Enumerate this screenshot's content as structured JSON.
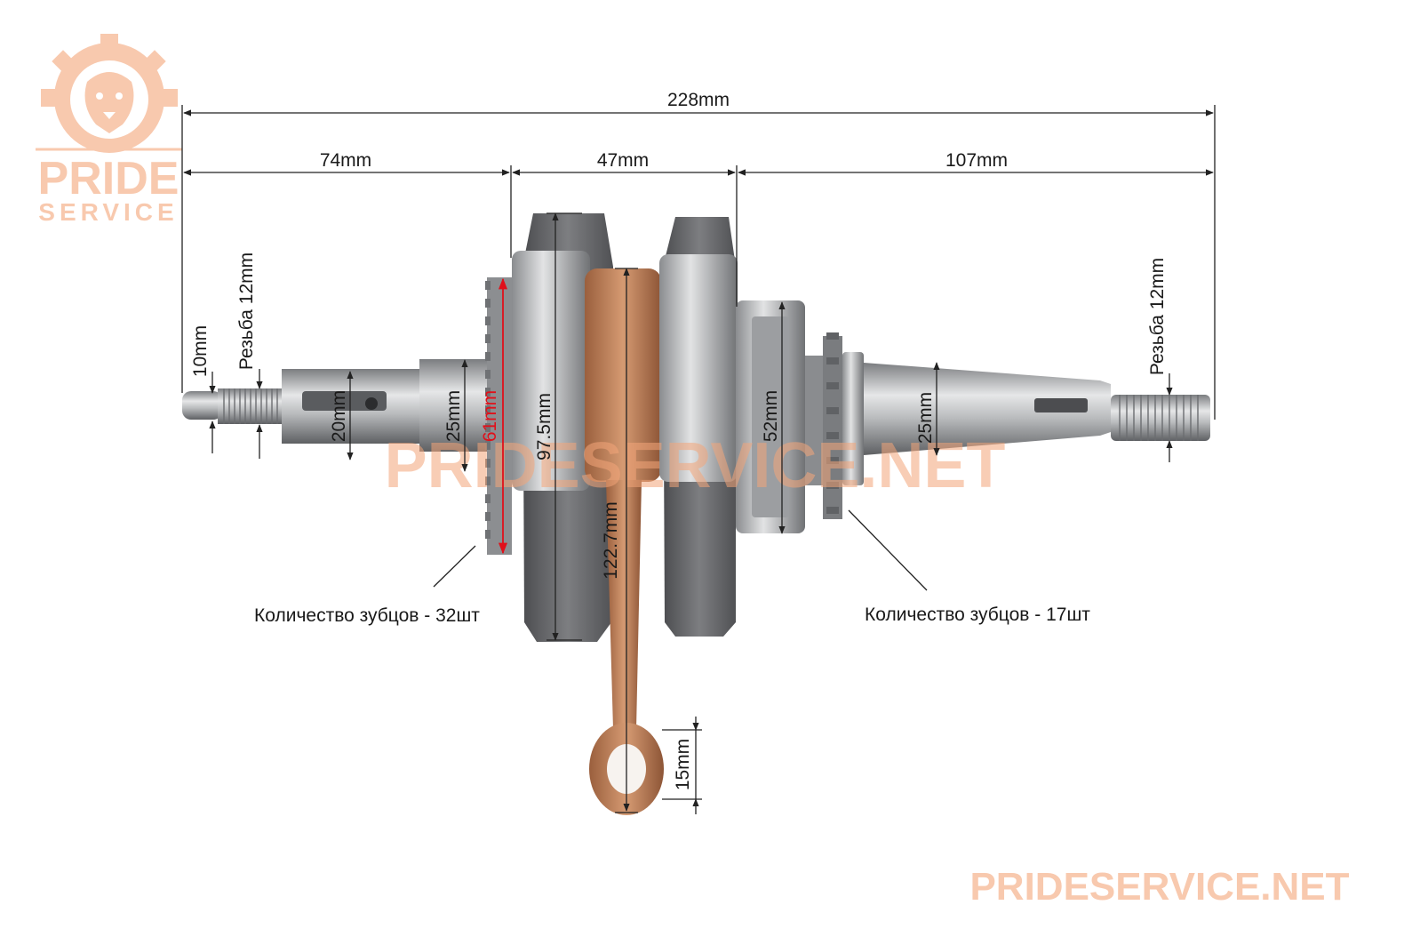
{
  "brand": {
    "logo_top": "PRIDE",
    "logo_bottom": "SERVICE",
    "watermark_center": "PRIDESERVICE.NET",
    "watermark_corner": "PRIDESERVICE.NET",
    "color": "#f4a67a"
  },
  "dimensions": {
    "total_length": "228mm",
    "left_section": "74mm",
    "middle_section": "47mm",
    "right_section": "107mm",
    "left_thread_dia": "10mm",
    "left_thread": "Резьба 12mm",
    "left_shaft_dia": "20mm",
    "left_journal_dia": "25mm",
    "gear_dia": "61mm",
    "web_dia": "97.5mm",
    "rod_length": "122.7mm",
    "bearing_dia": "52mm",
    "right_shaft_dia": "25mm",
    "right_thread": "Резьба 12mm",
    "small_end_dia": "15mm"
  },
  "annotations": {
    "left_gear_teeth": "Количество зубцов - 32шт",
    "right_sprocket_teeth": "Количество зубцов - 17шт"
  },
  "colors": {
    "accent_red": "#e0101a",
    "steel": "#b7b9bc",
    "copper": "#c98b64"
  }
}
